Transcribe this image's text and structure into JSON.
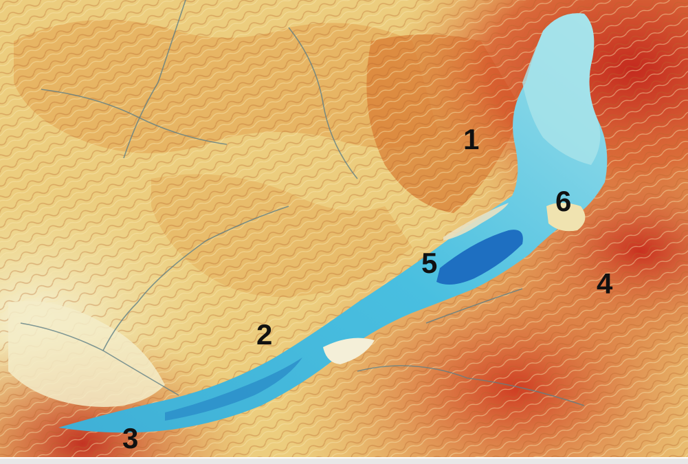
{
  "labels": {
    "n1": "1",
    "n2": "2",
    "n3": "3",
    "n4": "4",
    "n5": "5",
    "n6": "6"
  },
  "colors": {
    "lowland": "#f1e6a6",
    "upland": "#e8b65c",
    "highland": "#d9752d",
    "mountain": "#c8281e",
    "lake_shallow": "#8fd7e6",
    "lake_mid": "#3eb3d8",
    "lake_deep": "#1e6fc1",
    "river": "#5f7f86"
  },
  "icons": {
    "terrain": "relief-map-icon",
    "lake": "lake-icon"
  }
}
